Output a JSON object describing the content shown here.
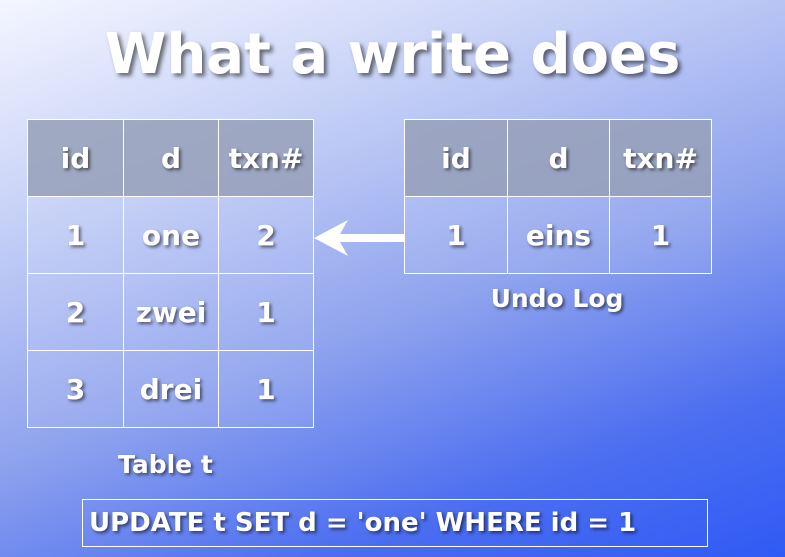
{
  "title": "What a write does",
  "table_t": {
    "headers": [
      "id",
      "d",
      "txn#"
    ],
    "rows": [
      [
        "1",
        "one",
        "2"
      ],
      [
        "2",
        "zwei",
        "1"
      ],
      [
        "3",
        "drei",
        "1"
      ]
    ],
    "caption": "Table t"
  },
  "undo_log": {
    "headers": [
      "id",
      "d",
      "txn#"
    ],
    "rows": [
      [
        "1",
        "eins",
        "1"
      ]
    ],
    "caption": "Undo Log"
  },
  "sql_statement": "UPDATE t SET d = 'one' WHERE id = 1",
  "colors": {
    "header_fill": "#9aa3b8",
    "border": "#ffffff",
    "arrow": "#ffffff",
    "background_start": "#f4f6ff",
    "background_end": "#2f5af5"
  },
  "icons": {
    "arrow": "arrow-left-icon"
  }
}
